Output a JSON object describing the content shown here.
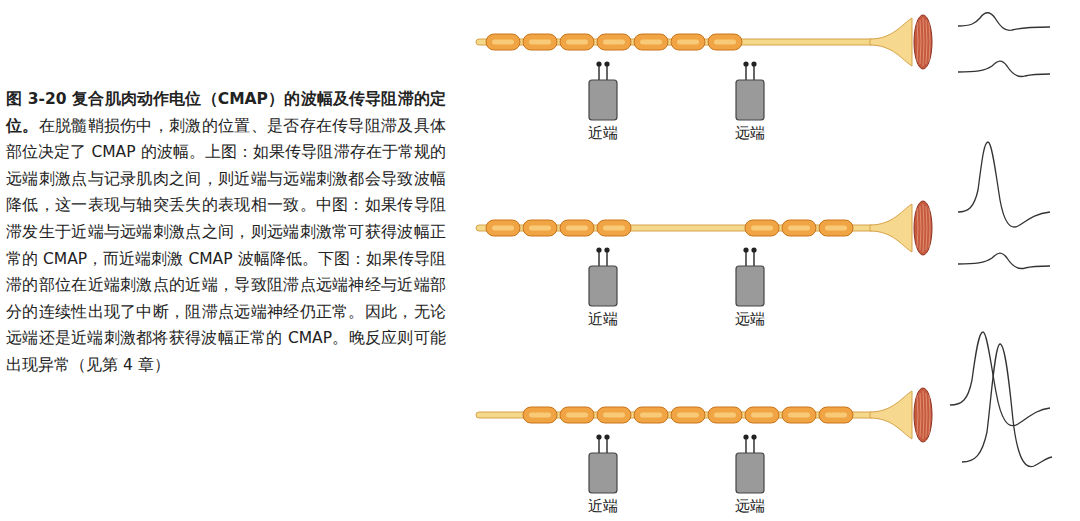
{
  "diagram": {
    "title": "图 3-20 复合肌肉动作电位（CMAP）的波幅及传导阻滞的定位。",
    "caption": "在脱髓鞘损伤中，刺激的位置、是否存在传导阻滞及具体部位决定了 CMAP 的波幅。上图：如果传导阻滞存在于常规的远端刺激点与记录肌肉之间，则近端与远端刺激都会导致波幅降低，这一表现与轴突丢失的表现相一致。中图：如果传导阻滞发生于近端与远端刺激点之间，则远端刺激常可获得波幅正常的 CMAP，而近端刺激 CMAP 波幅降低。下图：如果传导阻滞的部位在近端刺激点的近端，导致阻滞点远端神经与近端部分的连续性出现了中断，阻滞点远端神经仍正常。因此，无论远端还是近端刺激都将获得波幅正常的 CMAP。晚反应则可能出现异常（见第 4 章）",
    "labels": [
      "近端",
      "远端",
      "近端",
      "远端",
      "近端",
      "远端"
    ]
  }
}
